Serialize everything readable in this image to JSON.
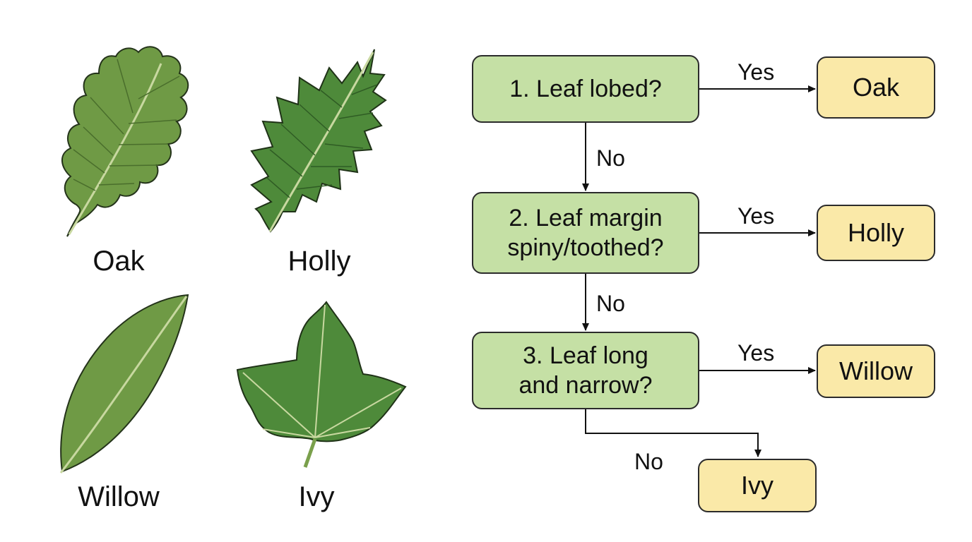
{
  "colors": {
    "question_fill": "#c5e0a5",
    "answer_fill": "#fae9a8",
    "outline": "#2b2b2b",
    "leaf_light": "#6f9a45",
    "leaf_dark": "#4e8a3a"
  },
  "leaves": [
    {
      "id": "oak",
      "label": "Oak",
      "icon": "oak-leaf-icon"
    },
    {
      "id": "holly",
      "label": "Holly",
      "icon": "holly-leaf-icon"
    },
    {
      "id": "willow",
      "label": "Willow",
      "icon": "willow-leaf-icon"
    },
    {
      "id": "ivy",
      "label": "Ivy",
      "icon": "ivy-leaf-icon"
    }
  ],
  "flowchart": {
    "questions": [
      {
        "line1": "1. Leaf lobed?",
        "line2": ""
      },
      {
        "line1": "2. Leaf margin",
        "line2": "spiny/toothed?"
      },
      {
        "line1": "3. Leaf long",
        "line2": "and narrow?"
      }
    ],
    "answers": [
      "Oak",
      "Holly",
      "Willow",
      "Ivy"
    ],
    "yes_label": "Yes",
    "no_label": "No"
  }
}
